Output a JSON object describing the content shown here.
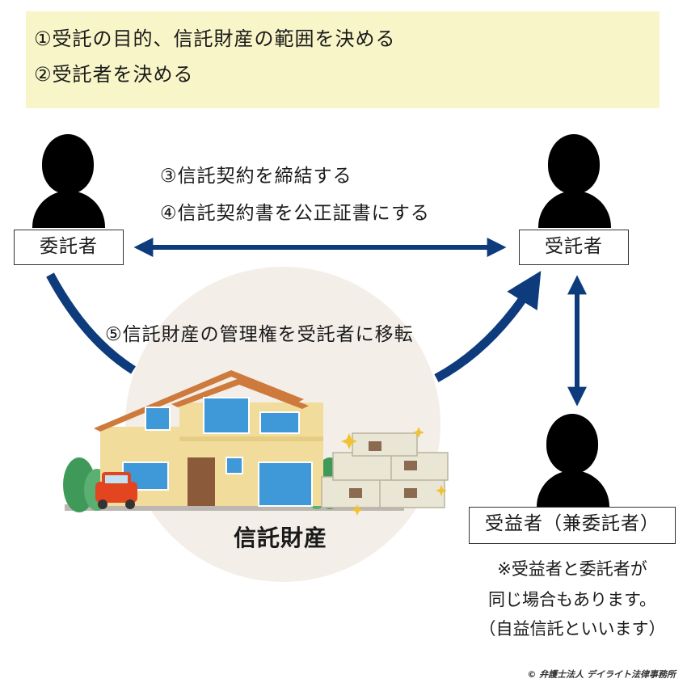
{
  "steps": {
    "step1": "①受託の目的、信託財産の範囲を決める",
    "step2": "②受託者を決める",
    "step3": "③信託契約を締結する",
    "step4": "④信託契約書を公正証書にする",
    "step5": "⑤信託財産の管理権を受託者に移転"
  },
  "roles": {
    "settlor": "委託者",
    "trustee": "受託者",
    "beneficiary": "受益者（兼委託者）"
  },
  "property_label": "信託財産",
  "notes": {
    "line1": "※受益者と委託者が",
    "line2": "同じ場合もあります。",
    "line3": "（自益信託といいます）"
  },
  "copyright": "© 弁護士法人 デイライト法律事務所",
  "colors": {
    "arrow": "#0d3b7c",
    "steps_background": "#f8f6c8",
    "property_circle": "#f3eee8",
    "house_wall": "#f1dc9c",
    "roof": "#cd7a3c",
    "window": "#3f98d8",
    "car": "#e2451f",
    "money": "#e9e6d6"
  },
  "icons": [
    "person-icon",
    "house-icon",
    "car-icon",
    "money-stack-icon",
    "tree-icon",
    "sparkle-icon"
  ]
}
